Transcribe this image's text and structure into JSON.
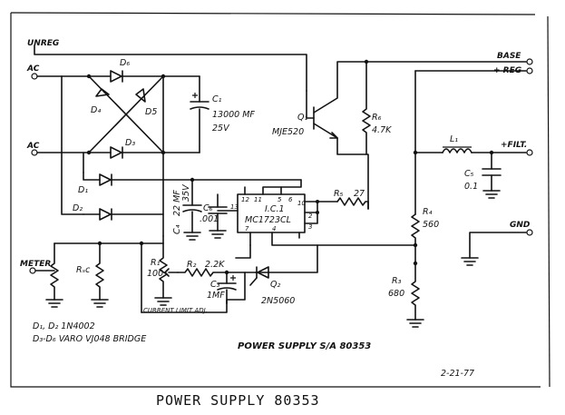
{
  "caption": "POWER SUPPLY  80353",
  "title_block": "POWER SUPPLY  S/A  80353",
  "date": "2-21-77",
  "notes": {
    "line1": "D₁, D₂   1N4002",
    "line2": "D₃-D₆  VARO  VJ048  BRIDGE"
  },
  "terminals": {
    "unreg": "UNREG",
    "ac_top": "AC",
    "ac_bottom": "AC",
    "base": "BASE",
    "plus_reg": "+ REG",
    "plus_filt": "+FILT.",
    "gnd": "GND",
    "meter": "METER"
  },
  "components": {
    "d6": "D₆",
    "d4": "D₄",
    "d5": "D5",
    "d3": "D₃",
    "d1": "D₁",
    "d2": "D₂",
    "c1_name": "C₁",
    "c1_value": "13000 MF",
    "c1_voltage": "25V",
    "q1_name": "Q₁",
    "q1_part": "MJE520",
    "r6_name": "R₆",
    "r6_value": "4.7K",
    "l1": "L₁",
    "c5_name": "C₅",
    "c5_value": "0.1",
    "c4_name": "C₄",
    "c4_value": "22 MF",
    "c4_voltage": "35V",
    "c6_name": "C₆",
    "c6_value": ".001",
    "ic_name": "I.C.1",
    "ic_part": "MC1723CL",
    "r5_name": "R₅",
    "r5_value": "27",
    "r4_name": "R₄",
    "r4_value": "560",
    "r3_name": "R₃",
    "r3_value": "680",
    "r1_name": "R₁",
    "r1_value": "100",
    "r2_name": "R₂",
    "r2_value": "2.2K",
    "c3_name": "C₃",
    "c3_value": "1MF",
    "q2_name": "Q₂",
    "q2_part": "2N5060",
    "rsc": "Rₛc",
    "limit_adj": "CURRENT LIMIT ADJ."
  },
  "ic_pins": [
    "12",
    "11",
    "5",
    "6",
    "10",
    "13",
    "2",
    "3",
    "4",
    "7"
  ]
}
